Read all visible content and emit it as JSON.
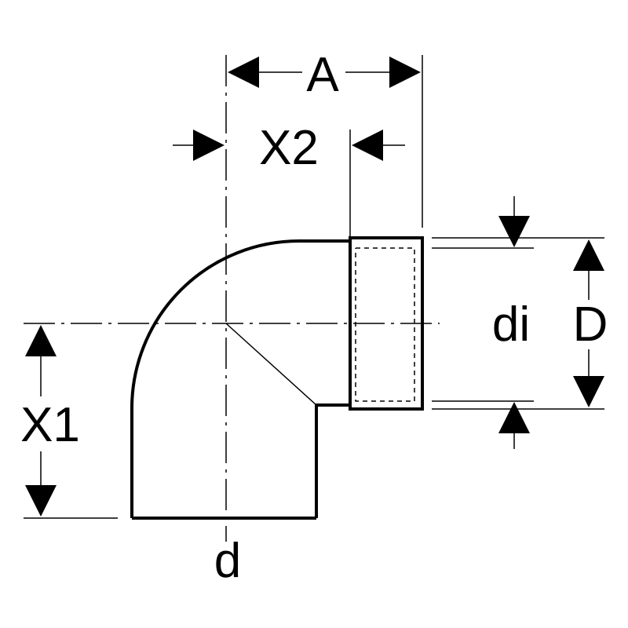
{
  "labels": {
    "a": "A",
    "x2": "X2",
    "x1": "X1",
    "d_outer": "D",
    "di": "di",
    "d": "d"
  },
  "colors": {
    "line": "#000000",
    "background": "#ffffff"
  }
}
